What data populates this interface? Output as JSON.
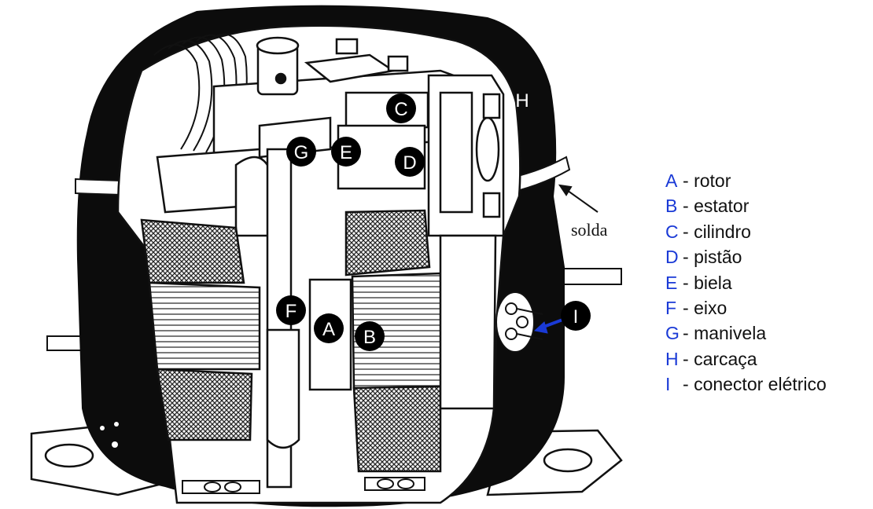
{
  "diagram": {
    "markers": {
      "A": "A",
      "B": "B",
      "C": "C",
      "D": "D",
      "E": "E",
      "F": "F",
      "G": "G",
      "H": "H",
      "I": "I"
    },
    "weld_label": "solda",
    "colors": {
      "legend_letter": "#1a3ad6",
      "shell": "#0c0c0c",
      "marker": "#000000",
      "arrow_i": "#1a3ad6"
    }
  },
  "legend": [
    {
      "letter": "A",
      "sep": "-",
      "desc": "rotor"
    },
    {
      "letter": "B",
      "sep": "-",
      "desc": "estator"
    },
    {
      "letter": "C",
      "sep": "-",
      "desc": "cilindro"
    },
    {
      "letter": "D",
      "sep": "-",
      "desc": "pistão"
    },
    {
      "letter": "E",
      "sep": "-",
      "desc": "biela"
    },
    {
      "letter": "F",
      "sep": "-",
      "desc": "eixo"
    },
    {
      "letter": "G",
      "sep": "-",
      "desc": "manivela"
    },
    {
      "letter": "H",
      "sep": "-",
      "desc": "carcaça"
    },
    {
      "letter": "I",
      "sep": "-",
      "desc": "conector elétrico"
    }
  ]
}
